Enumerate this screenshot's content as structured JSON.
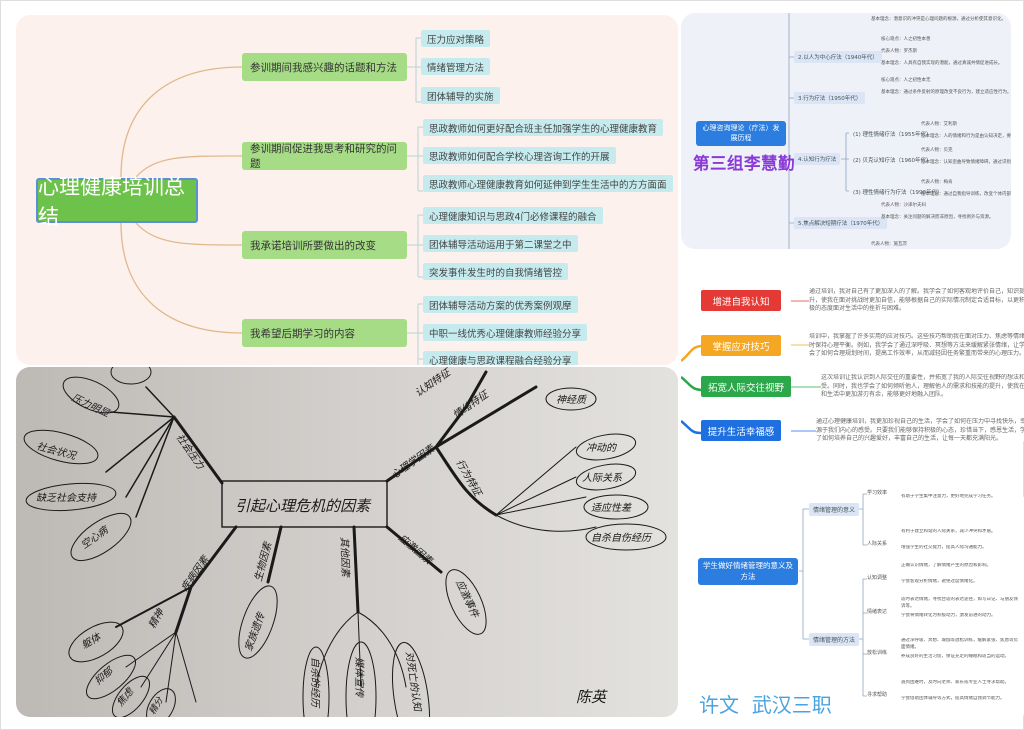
{
  "summary_map": {
    "root": "心理健康培训总结",
    "branches": [
      {
        "label": "参训期间我感兴趣的话题和方法",
        "leaves": [
          "压力应对策略",
          "情绪管理方法",
          "团体辅导的实施"
        ]
      },
      {
        "label": "参训期间促进我思考和研究的问题",
        "leaves": [
          "思政教师如何更好配合班主任加强学生的心理健康教育",
          "思政教师如何配合学校心理咨询工作的开展",
          "思政教师心理健康教育如何延伸到学生生活中的方方面面"
        ]
      },
      {
        "label": "我承诺培训所要做出的改变",
        "leaves": [
          "心理健康知识与思政4门必修课程的融合",
          "团体辅导活动运用于第二课堂之中",
          "突发事件发生时的自我情绪管控"
        ]
      },
      {
        "label": "我希望后期学习的内容",
        "leaves": [
          "团体辅导活动方案的优秀案例观摩",
          "中职一线优秀心理健康教师经验分享",
          "心理健康与思政课程融合经验分享"
        ]
      }
    ]
  },
  "theory_map": {
    "root": "心理咨询理论（疗法）发展历程",
    "author": "第三组李慧勤",
    "top_leaf": "基本理念：潜意识的冲突是心理问题的根源，通过分析使其意识化。",
    "branches": [
      {
        "label": "2.以人为中心疗法（1940年代）",
        "leaves": [
          "核心观点：人之初性本善",
          "代表人物：罗杰斯",
          "基本理念：人具有自我实现的潜能，通过真诚共情促进成长。"
        ]
      },
      {
        "label": "3.行为疗法（1950年代）",
        "leaves": [
          "核心观点：人之初性本无",
          "基本理念：通过条件反射的原理改变不良行为，建立适应性行为。"
        ]
      },
      {
        "label": "4.认知行为疗法",
        "subs": [
          {
            "label": "(1) 理性情绪疗法（1955年代）",
            "leaves": [
              "代表人物：艾利斯",
              "基本理念：人的情绪和行为是由认知决定，要改变不合理信念。"
            ]
          },
          {
            "label": "(2) 贝克认知疗法（1960年代）",
            "leaves": [
              "代表人物：贝克",
              "基本理念：认知歪曲导致情绪障碍，通过识别自动思维改变。"
            ]
          },
          {
            "label": "(3) 理性情绪行为疗法（1990年代）",
            "leaves": [
              "代表人物：梅肯",
              "基本理念：通过自我指导训练，改变个体内部对话，促进适应。"
            ]
          }
        ]
      },
      {
        "label": "5.焦点解决短期疗法（1970年代）",
        "leaves": [
          "代表人物：沙泽尔夫妇",
          "基本理念：关注问题的解决而非原因，寻找例外与资源。"
        ]
      }
    ],
    "bottom_leaf": "代表人物：施瓦茨"
  },
  "gains": [
    {
      "label": "增进自我认知",
      "color": "#e53935",
      "text": "通过培训，我对自己有了更加深入的了解。我学会了如何客观地评价自己，知识提升，使我在面对挑战时更加自信，能够根据自己的实际情况制定合适目标，以更积极的态度面对生活中的挫折与困难。"
    },
    {
      "label": "掌握应对技巧",
      "color": "#f5a623",
      "text": "培训中，我掌握了许多实用的应对技巧。这些技巧帮助我在面对压力、焦虑等情绪时保持心理平衡。例如，我学会了通过深呼吸、冥想等方法来缓解紧张情绪，让学会了如何合理规划时间，提高工作效率，从而减轻因任务繁重而带来的心理压力。"
    },
    {
      "label": "拓宽人际交往视野",
      "color": "#2aa84a",
      "text": "这次培训让我认识到人际交往的重要性，并拓宽了我的人际交往视野的想法和感受。同时，我也学会了如何倾听他人，理解他人的需求和技能的提升，使我在工作和生活中更加游刃有余，能够更好地融入团队。"
    },
    {
      "label": "提升生活幸福感",
      "color": "#1e6fe0",
      "text": "通过心理健康培训，我更加珍视自己的生活，学会了如何在压力中寻找快乐，幸福源于我们内心的感受。只要我们能够保持积极的心态，珍惜当下，感恩生活，学会了如何培养自己的兴趣爱好，丰富自己的生活，让每一天都充满阳光。"
    }
  ],
  "emotion_map": {
    "root": "学生做好情绪管理的意义及方法",
    "author": "许文  武汉三职",
    "branches": [
      {
        "label": "情绪管理的意义",
        "subs": [
          {
            "label": "学习效率",
            "leaves": [
              "有利于提高学习效率，避免因情绪波动导致学习效率下降。",
              "有助于学生集中注意力，更好地完成学习任务。"
            ]
          },
          {
            "label": "人际关系",
            "leaves": [
              "有利于建立和谐的人际关系，减少冲突和矛盾。",
              "增强学生的社交能力，提高人际沟通能力。"
            ]
          }
        ]
      },
      {
        "label": "情绪管理的方法",
        "subs": [
          {
            "label": "认知调整",
            "leaves": [
              "正确认识情绪，了解情绪产生的原因和影响。",
              "学会客观分析情绪，避免过度情绪化。"
            ]
          },
          {
            "label": "情绪表达",
            "leaves": [
              "适时表达情绪，寻找合适的表达途径，如写日记、与朋友倾诉等。",
              "学会将情绪转化为积极动力，激发前进的动力。"
            ]
          },
          {
            "label": "放松训练",
            "leaves": [
              "通过深呼吸、冥想、瑜伽等放松训练，缓解紧张、焦虑等负面情绪。",
              "养成良好的生活习惯，保证充足的睡眠和适当的运动。"
            ]
          },
          {
            "label": "寻求帮助",
            "leaves": [
              "遇到困难时，及时向老师、家长或专业人士寻求帮助。",
              "学会借助团体辅导等方式，提高情绪自我调节能力。"
            ]
          }
        ]
      }
    ]
  },
  "hand_map": {
    "center": "引起心理危机的因素",
    "author": "陈英",
    "labels": {
      "social": "社会压力",
      "social_a": "压力明显",
      "social_b": "社会状况",
      "social_c": "缺乏社会支持",
      "social_d": "空心病",
      "psych": "心理学因素",
      "cog": "认知特征",
      "emo": "情绪特征",
      "neuro": "神经质",
      "beh": "行为特征",
      "beh_a": "冲动的",
      "beh_b": "人际关系",
      "beh_c": "适应性差",
      "beh_d": "自杀自伤经历",
      "stress": "应激因素",
      "stress_a": "应激事件",
      "other": "其他因素",
      "other_a": "自杀的经历",
      "other_b": "媒体宣传",
      "other_c": "对死亡的认知",
      "bio": "生物因素",
      "bio_a": "家族遗传",
      "disease": "疾病因素",
      "body": "躯体",
      "mind": "精神",
      "mind_a": "抑郁",
      "mind_b": "焦虑",
      "mind_c": "精分"
    }
  }
}
